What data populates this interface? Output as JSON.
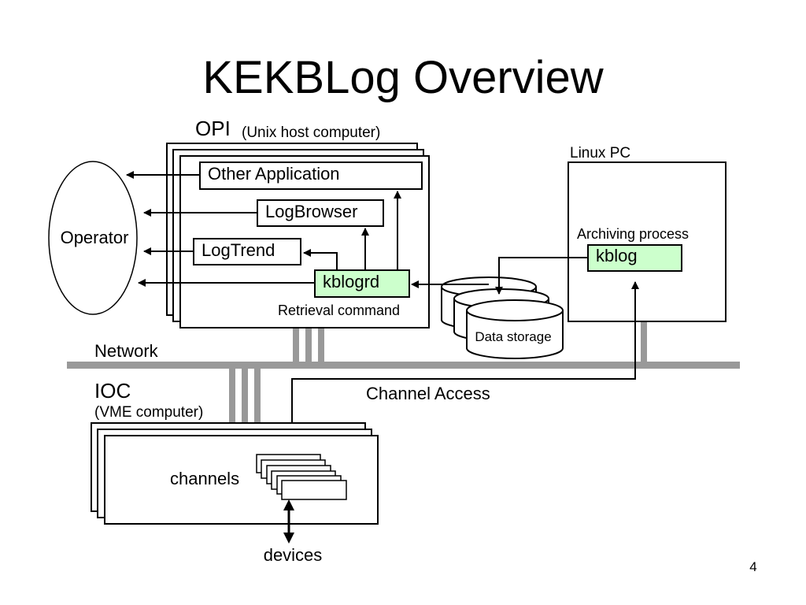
{
  "slide": {
    "title": "KEKBLog Overview",
    "page_number": "4"
  },
  "opi": {
    "label": "OPI",
    "sublabel": "(Unix host computer)",
    "apps": {
      "other_application": "Other Application",
      "logbrowser": "LogBrowser",
      "logtrend": "LogTrend",
      "kblogrd": "kblogrd"
    },
    "retrieval_label": "Retrieval command"
  },
  "operator": {
    "label": "Operator"
  },
  "linux_pc": {
    "label": "Linux PC",
    "archiving_label": "Archiving process",
    "kblog": "kblog"
  },
  "data_storage": {
    "label": "Data storage"
  },
  "network": {
    "label": "Network"
  },
  "ioc": {
    "label": "IOC",
    "sublabel": "(VME computer)",
    "channels_label": "channels"
  },
  "channel_access": {
    "label": "Channel Access"
  },
  "devices": {
    "label": "devices"
  },
  "colors": {
    "highlight_fill": "#ccffcc",
    "network_gray": "#999999",
    "line": "#000000"
  }
}
